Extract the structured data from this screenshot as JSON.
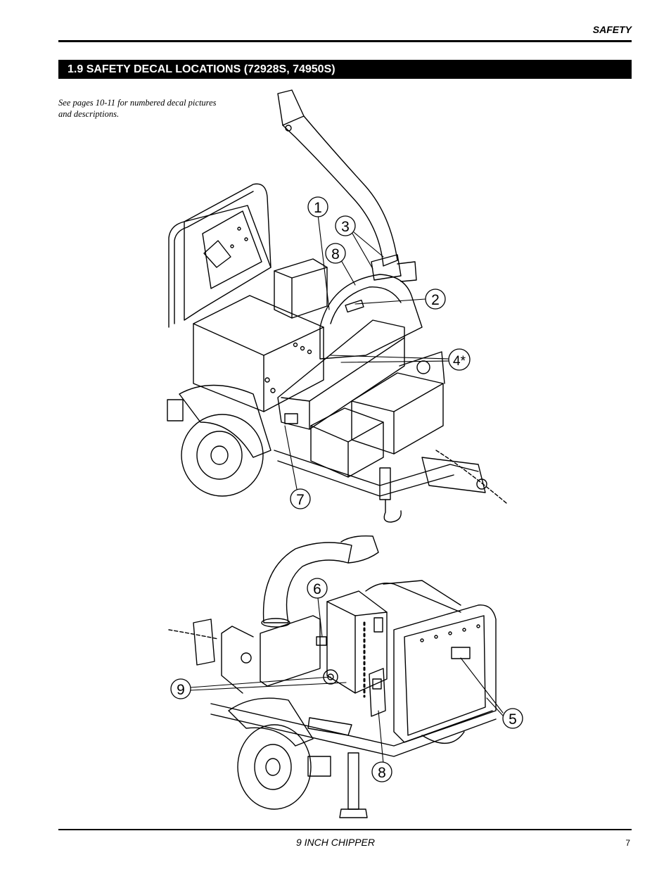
{
  "header": {
    "section_label": "SAFETY"
  },
  "section": {
    "title": "1.9   SAFETY DECAL LOCATIONS (72928S, 74950S)"
  },
  "note": {
    "text": "See pages 10-11 for numbered decal pictures and descriptions."
  },
  "figure_top": {
    "callouts": [
      {
        "id": "1",
        "label": "1"
      },
      {
        "id": "3",
        "label": "3"
      },
      {
        "id": "8",
        "label": "8"
      },
      {
        "id": "2",
        "label": "2"
      },
      {
        "id": "4",
        "label": "4*"
      },
      {
        "id": "7",
        "label": "7"
      }
    ]
  },
  "figure_bottom": {
    "callouts": [
      {
        "id": "6",
        "label": "6"
      },
      {
        "id": "9",
        "label": "9"
      },
      {
        "id": "5",
        "label": "5"
      },
      {
        "id": "8b",
        "label": "8"
      }
    ]
  },
  "footer": {
    "title": "9 INCH CHIPPER",
    "page_number": "7"
  }
}
